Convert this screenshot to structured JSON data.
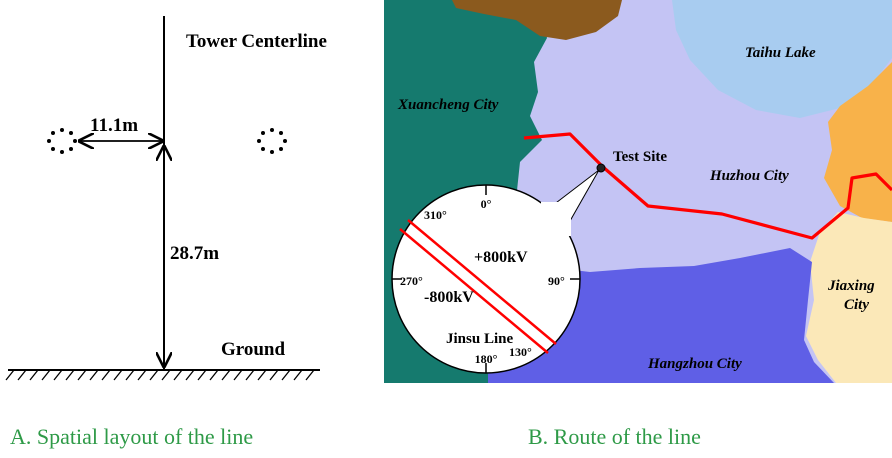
{
  "panel_a": {
    "tower_label": "Tower Centerline",
    "horizontal_distance": "11.1m",
    "height": "28.7m",
    "ground_label": "Ground",
    "caption": "A. Spatial layout of the line"
  },
  "panel_b": {
    "regions": {
      "taihu": "Taihu Lake",
      "xuancheng": "Xuancheng City",
      "huzhou": "Huzhou City",
      "jiaxing_line1": "Jiaxing",
      "jiaxing_line2": "City",
      "hangzhou": "Hangzhou City"
    },
    "test_site": "Test Site",
    "inset": {
      "deg_0": "0°",
      "deg_90": "90°",
      "deg_180": "180°",
      "deg_270": "270°",
      "deg_310": "310°",
      "deg_130": "130°",
      "positive_pole": "+800kV",
      "negative_pole": "-800kV",
      "line_name": "Jinsu Line"
    },
    "caption": "B. Route of the line"
  },
  "colors": {
    "huzhou": "#c4c4f4",
    "xuancheng": "#157a6e",
    "taihu": "#a8ccf0",
    "hangzhou": "#5f5fe6",
    "jiaxing": "#fbe8b8",
    "orange": "#f8b24a",
    "brown": "#8b5a1e",
    "route": "#ff0000",
    "caption": "#2e9a47"
  }
}
